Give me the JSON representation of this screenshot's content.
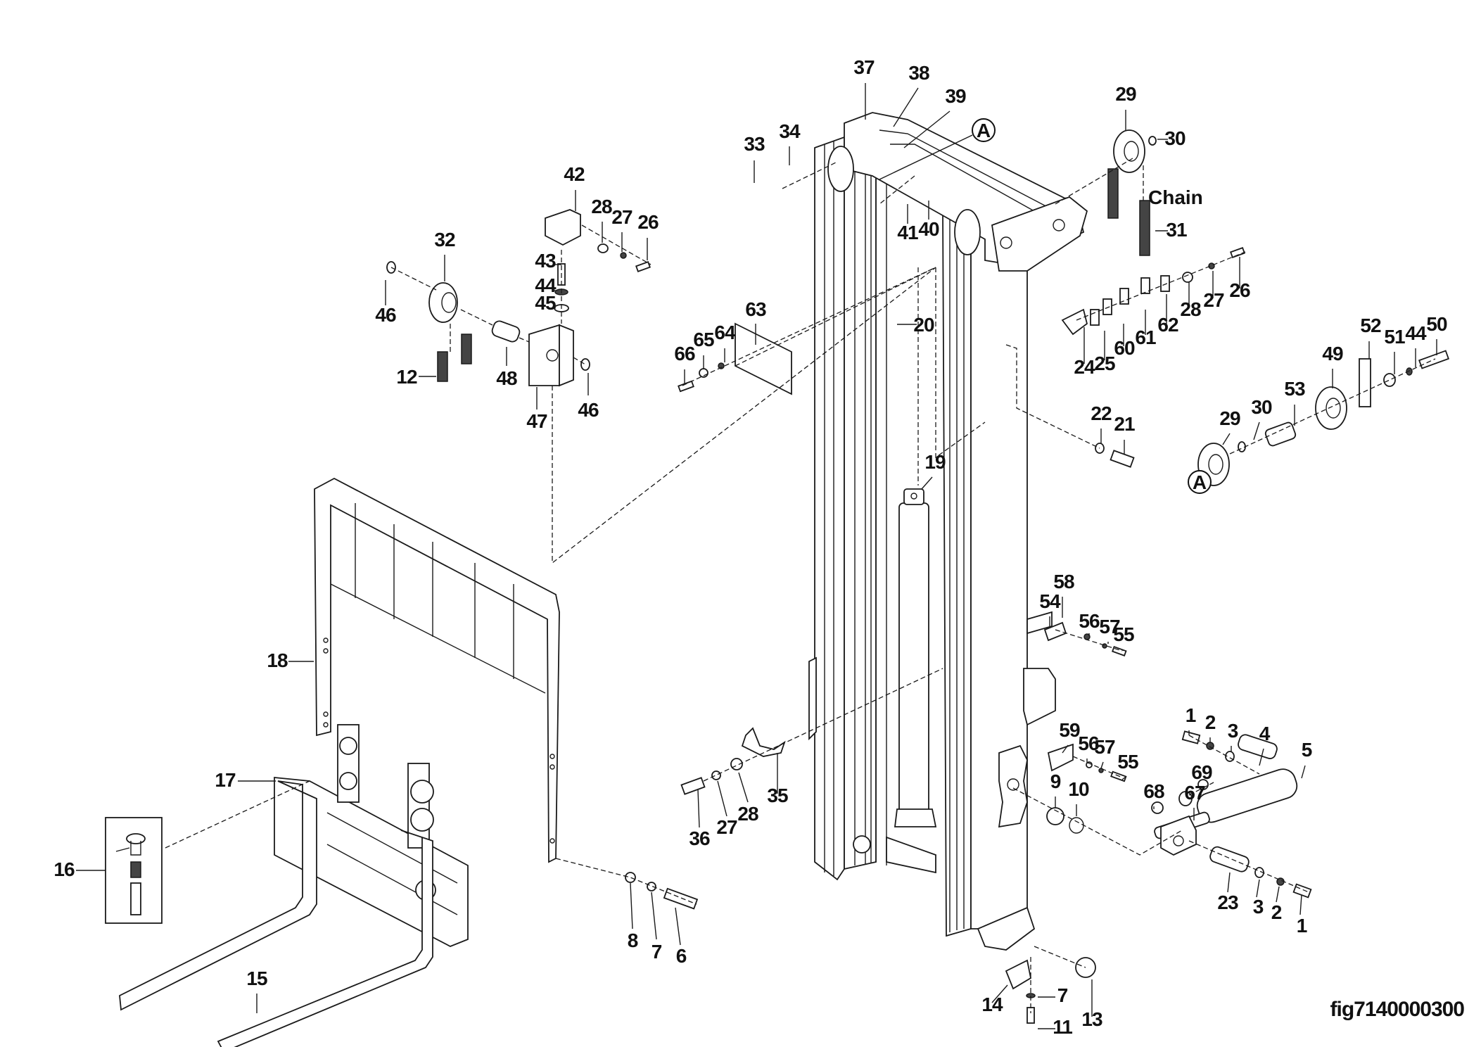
{
  "figure": {
    "id": "fig7140000300",
    "subject": "Mast, carriage and fork assembly (exploded parts view)"
  },
  "annotations": {
    "chain_note": "Chain",
    "reference_marker": "A"
  },
  "callouts": [
    {
      "no": "37"
    },
    {
      "no": "38"
    },
    {
      "no": "39"
    },
    {
      "no": "33"
    },
    {
      "no": "34"
    },
    {
      "no": "41"
    },
    {
      "no": "40"
    },
    {
      "no": "29"
    },
    {
      "no": "30"
    },
    {
      "no": "31"
    },
    {
      "no": "42"
    },
    {
      "no": "28"
    },
    {
      "no": "27"
    },
    {
      "no": "26"
    },
    {
      "no": "32"
    },
    {
      "no": "43"
    },
    {
      "no": "44"
    },
    {
      "no": "45"
    },
    {
      "no": "46"
    },
    {
      "no": "12"
    },
    {
      "no": "48"
    },
    {
      "no": "47"
    },
    {
      "no": "46"
    },
    {
      "no": "63"
    },
    {
      "no": "66"
    },
    {
      "no": "65"
    },
    {
      "no": "64"
    },
    {
      "no": "20"
    },
    {
      "no": "26"
    },
    {
      "no": "27"
    },
    {
      "no": "28"
    },
    {
      "no": "62"
    },
    {
      "no": "61"
    },
    {
      "no": "60"
    },
    {
      "no": "25"
    },
    {
      "no": "24"
    },
    {
      "no": "52"
    },
    {
      "no": "51"
    },
    {
      "no": "44"
    },
    {
      "no": "50"
    },
    {
      "no": "49"
    },
    {
      "no": "53"
    },
    {
      "no": "30"
    },
    {
      "no": "29"
    },
    {
      "no": "22"
    },
    {
      "no": "21"
    },
    {
      "no": "19"
    },
    {
      "no": "18"
    },
    {
      "no": "58"
    },
    {
      "no": "54"
    },
    {
      "no": "56"
    },
    {
      "no": "57"
    },
    {
      "no": "55"
    },
    {
      "no": "1"
    },
    {
      "no": "2"
    },
    {
      "no": "3"
    },
    {
      "no": "4"
    },
    {
      "no": "5"
    },
    {
      "no": "59"
    },
    {
      "no": "56"
    },
    {
      "no": "57"
    },
    {
      "no": "55"
    },
    {
      "no": "9"
    },
    {
      "no": "10"
    },
    {
      "no": "67"
    },
    {
      "no": "69"
    },
    {
      "no": "68"
    },
    {
      "no": "17"
    },
    {
      "no": "35"
    },
    {
      "no": "36"
    },
    {
      "no": "27"
    },
    {
      "no": "28"
    },
    {
      "no": "23"
    },
    {
      "no": "3"
    },
    {
      "no": "2"
    },
    {
      "no": "1"
    },
    {
      "no": "16"
    },
    {
      "no": "8"
    },
    {
      "no": "7"
    },
    {
      "no": "6"
    },
    {
      "no": "15"
    },
    {
      "no": "14"
    },
    {
      "no": "7"
    },
    {
      "no": "11"
    },
    {
      "no": "13"
    }
  ]
}
